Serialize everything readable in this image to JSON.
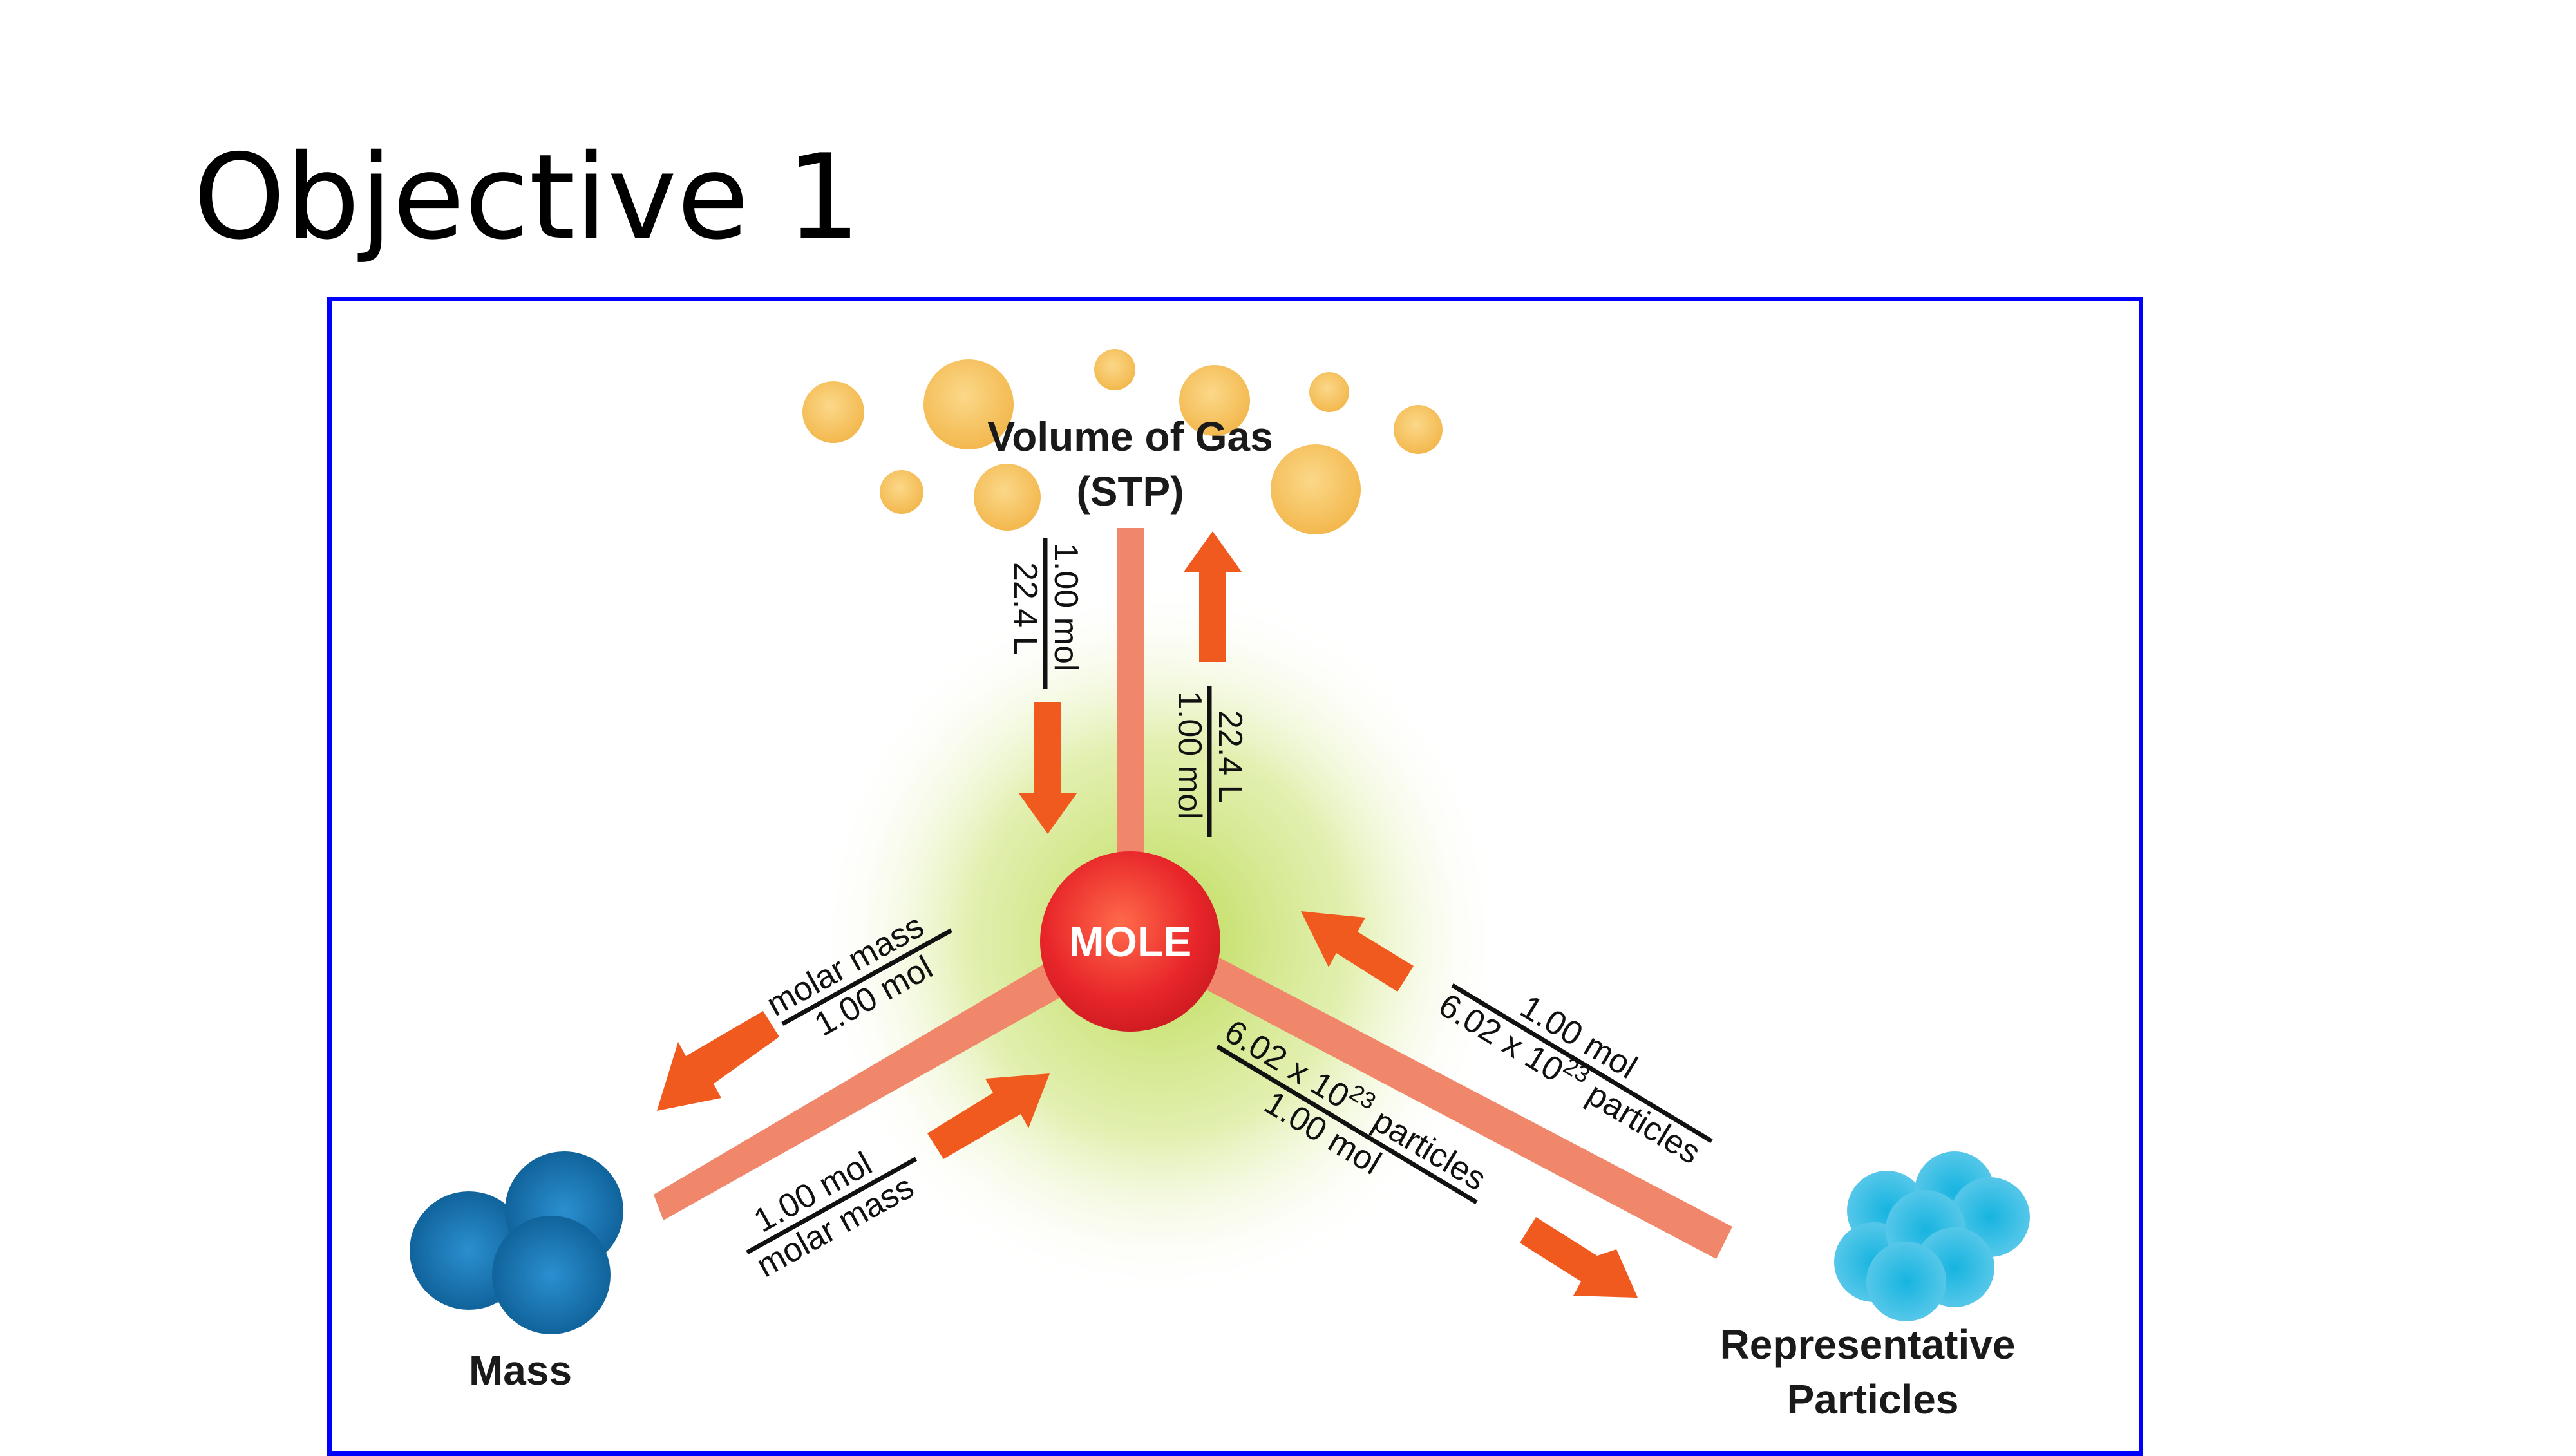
{
  "slide": {
    "title": "Objective 1"
  },
  "diagram": {
    "center": {
      "label": "MOLE"
    },
    "nodes": {
      "gas": {
        "line1": "Volume of Gas",
        "line2": "(STP)"
      },
      "mass": {
        "label": "Mass"
      },
      "particles": {
        "line1": "Representative",
        "line2": "Particles"
      }
    },
    "conversions": {
      "gas_to_mole": {
        "numerator": "1.00 mol",
        "denominator": "22.4 L"
      },
      "mole_to_gas": {
        "numerator": "22.4 L",
        "denominator": "1.00 mol"
      },
      "mole_to_mass": {
        "numerator": "molar mass",
        "denominator": "1.00 mol"
      },
      "mass_to_mole": {
        "numerator": "1.00 mol",
        "denominator": "molar mass"
      },
      "particles_to_mole": {
        "numerator": "1.00 mol",
        "denominator_base": "6.02 x 10",
        "denominator_exp": "23",
        "denominator_unit": " particles"
      },
      "mole_to_particles": {
        "numerator_base": "6.02 x 10",
        "numerator_exp": "23",
        "numerator_unit": " particles",
        "denominator": "1.00 mol"
      }
    },
    "colors": {
      "frame": "#0000ff",
      "mole": "#e8262a",
      "arrow": "#f05a1e",
      "connector": "#f0876a",
      "gas": "#f7c25a",
      "mass": "#1a6fa8",
      "particles": "#35b8e0",
      "glow": "#c8e08a"
    }
  }
}
